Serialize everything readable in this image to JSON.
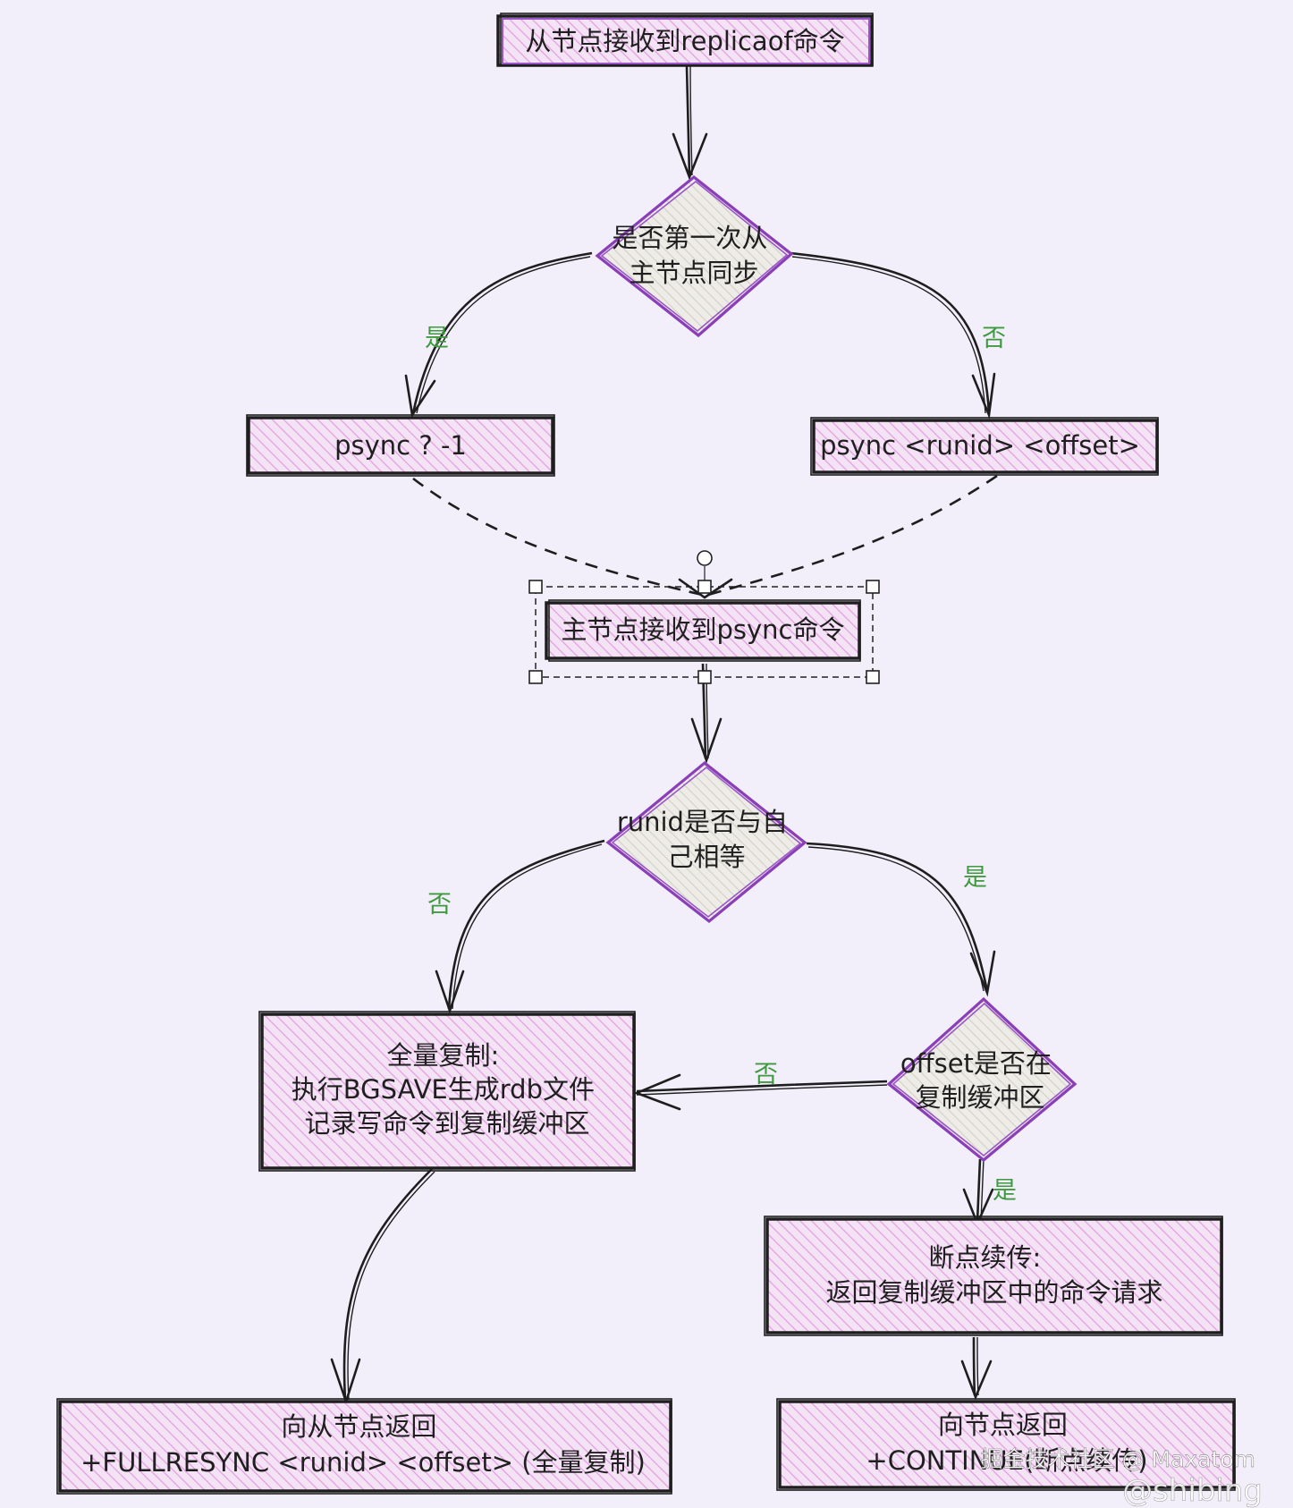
{
  "nodes": {
    "start": "从节点接收到replicaof命令",
    "first_sync_q": [
      "是否第一次从",
      "主节点同步"
    ],
    "psync_first": "psync ? -1",
    "psync_resume": "psync <runid> <offset>",
    "master_receive": "主节点接收到psync命令",
    "runid_q": [
      "runid是否与自",
      "己相等"
    ],
    "full_copy": [
      "全量复制:",
      "执行BGSAVE生成rdb文件",
      "记录写命令到复制缓冲区"
    ],
    "offset_q": [
      "offset是否在",
      "复制缓冲区"
    ],
    "partial": [
      "断点续传:",
      "返回复制缓冲区中的命令请求"
    ],
    "full_return": [
      "向从节点返回",
      "+FULLRESYNC <runid> <offset> (全量复制)"
    ],
    "continue_return": [
      "向节点返回",
      "+CONTINUE(断点续传)"
    ]
  },
  "edge_labels": {
    "first_yes": "是",
    "first_no": "否",
    "runid_no": "否",
    "runid_yes": "是",
    "offset_no": "否",
    "offset_yes": "是"
  },
  "watermark": {
    "line1": "掘金技术社区 @ Maxatom",
    "line2": "@shibing"
  },
  "colors": {
    "background": "#f2effb",
    "box_hatch": "#e8a9e6",
    "diamond_stroke": "#8a3fb8",
    "label_green": "#3f9a3f"
  }
}
